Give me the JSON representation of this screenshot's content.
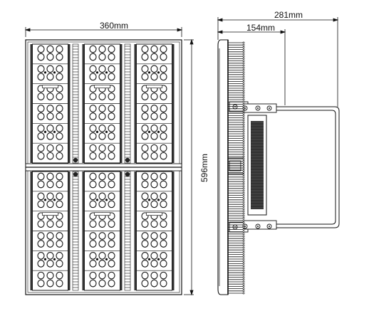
{
  "dimensions": {
    "width_front": "360mm",
    "height": "596mm",
    "depth_total": "281mm",
    "depth_bracket": "154mm"
  },
  "layout": {
    "front_columns": 3,
    "front_rows": 2,
    "cells_per_module": 6
  },
  "colors": {
    "line": "#111111",
    "frame": "#222222",
    "lens_fill": "#ffffff",
    "heatsink": "#333333"
  }
}
